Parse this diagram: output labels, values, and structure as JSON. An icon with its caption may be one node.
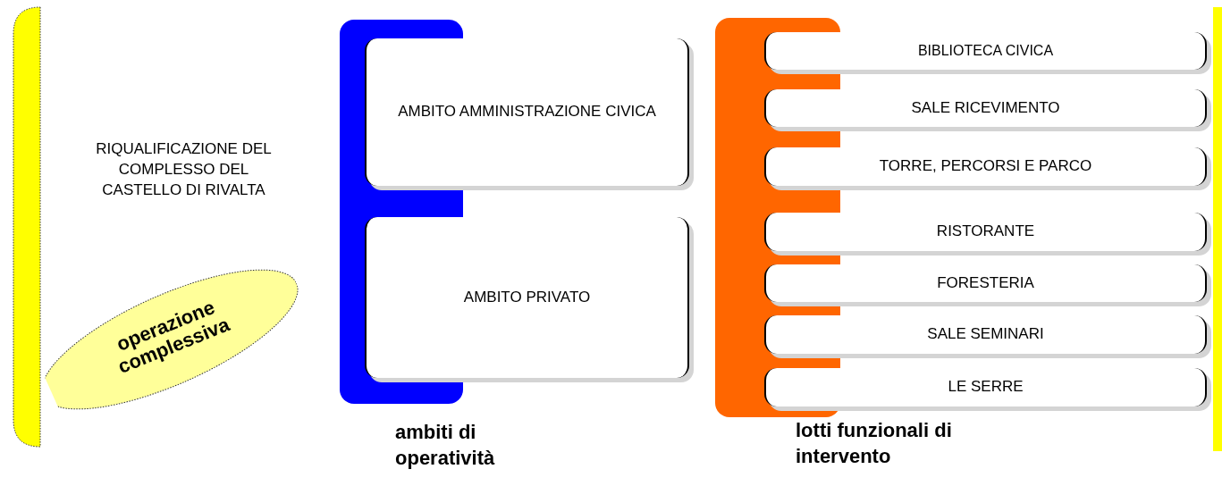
{
  "diagram": {
    "nodes": [
      {
        "text": [
          "RIQUALIFICAZIONE DEL COMPLESSO DEL CASTELLO DI RIVALTA"
        ]
      },
      {
        "text": [
          "operazione complessiva"
        ]
      },
      {
        "text": [
          "ambiti di operatività"
        ]
      },
      {
        "text": [
          "AMBITO AMMINISTRAZIONE CIVICA"
        ]
      },
      {
        "text": [
          "AMBITO PRIVATO"
        ]
      },
      {
        "text": [
          "lotti funzionali di intervento"
        ]
      },
      {
        "text": [
          "BIBLIOTECA CIVICA"
        ]
      },
      {
        "text": [
          "SALE RICEVIMENTO"
        ]
      },
      {
        "text": [
          "TORRE, PERCORSI E PARCO"
        ]
      },
      {
        "text": [
          "RISTORANTE"
        ]
      },
      {
        "text": [
          "FORESTERIA"
        ]
      },
      {
        "text": [
          "SALE SEMINARI"
        ]
      },
      {
        "text": [
          "LE SERRE"
        ]
      },
      {
        "text": [],
        "shape": "bar"
      }
    ]
  }
}
